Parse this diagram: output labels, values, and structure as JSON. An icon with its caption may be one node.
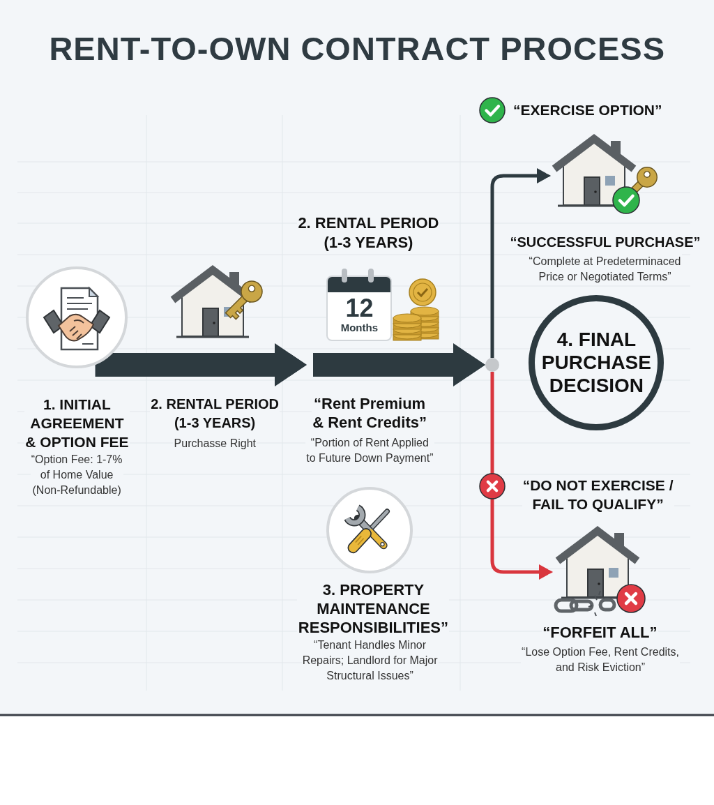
{
  "diagram": {
    "title": "RENT-TO-OWN CONTRACT PROCESS",
    "nodes": [
      {
        "text": [],
        "shape": "circle",
        "beside": [
          "1. INITIAL AGREEMENT & OPTION FEE",
          "“Option Fee: 1-7% of Home Value (Non-Refundable)"
        ]
      },
      {
        "text": [],
        "shape": "picture",
        "beside": [
          "2. RENTAL PERIOD (1-3 YEARS)",
          "Purchasse Right"
        ]
      },
      {
        "text": [
          "12",
          "Months"
        ],
        "beside": [
          "2. RENTAL PERIOD (1-3 YEARS)",
          "“Rent Premium & Rent Credits”",
          "“Portion of Rent Applied to Future Down Payment”"
        ]
      },
      {
        "text": [],
        "shape": "circle",
        "beside": [
          "3. PROPERTY MAINTENANCE RESPONSIBILITIES”",
          "“Tenant Handles Minor Repairs; Landlord for Major Structural Issues”"
        ]
      },
      {
        "text": [],
        "shape": "circle"
      },
      {
        "text": [
          "4. FINAL PURCHASE DECISION"
        ]
      },
      {
        "text": [],
        "shape": "picture",
        "beside": [
          "“SUCCESSFUL PURCHASE”",
          "“Complete at Predeterminaced Price or Negotiated Terms”"
        ]
      },
      {
        "text": [],
        "shape": "picture",
        "beside": [
          "“FORFEIT ALL”",
          "“Lose Option Fee, Rent Credits, and Risk Eviction”"
        ]
      }
    ],
    "edges": [
      {
        "from": 0,
        "to": 1,
        "arrow": "to",
        "style": "thick"
      },
      {
        "from": 2,
        "to": 4,
        "arrow": "to",
        "style": "thick"
      },
      {
        "from": 4,
        "to": 6,
        "arrow": "to",
        "label": "“EXERCISE OPTION”"
      },
      {
        "from": 4,
        "to": 7,
        "arrow": "to",
        "label": "“DO NOT EXERCISE / FAIL TO QUALIFY”",
        "color": "#d9363e"
      }
    ]
  }
}
